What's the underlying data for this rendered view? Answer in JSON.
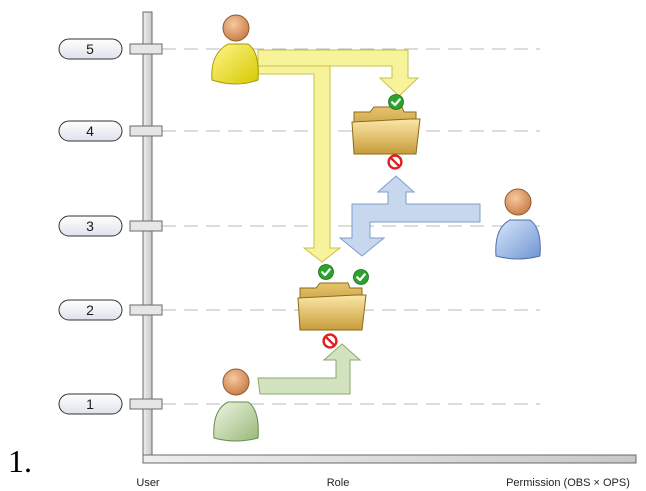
{
  "list_marker": "1.",
  "levels": [
    "1",
    "2",
    "3",
    "4",
    "5"
  ],
  "axis_labels": {
    "user": "User",
    "role": "Role",
    "permission": "Permission (OBS × OPS)"
  },
  "colors": {
    "yellow_arrow": "#f7f39a",
    "yellow_arrow_stroke": "#c9c24a",
    "blue_arrow": "#c6d7ee",
    "blue_arrow_stroke": "#7f9ec8",
    "green_arrow": "#d3e3bf",
    "green_arrow_stroke": "#8aa86a",
    "allowed": "#2ea12e",
    "denied": "#e02020",
    "axis": "#d9d9d9",
    "gridline": "#b8b8b8"
  },
  "icons": {
    "user_yellow": "person-icon-yellow",
    "user_blue": "person-icon-blue",
    "user_green": "person-icon-green",
    "folder": "folder-icon",
    "allowed": "check-icon",
    "denied": "no-entry-icon"
  }
}
